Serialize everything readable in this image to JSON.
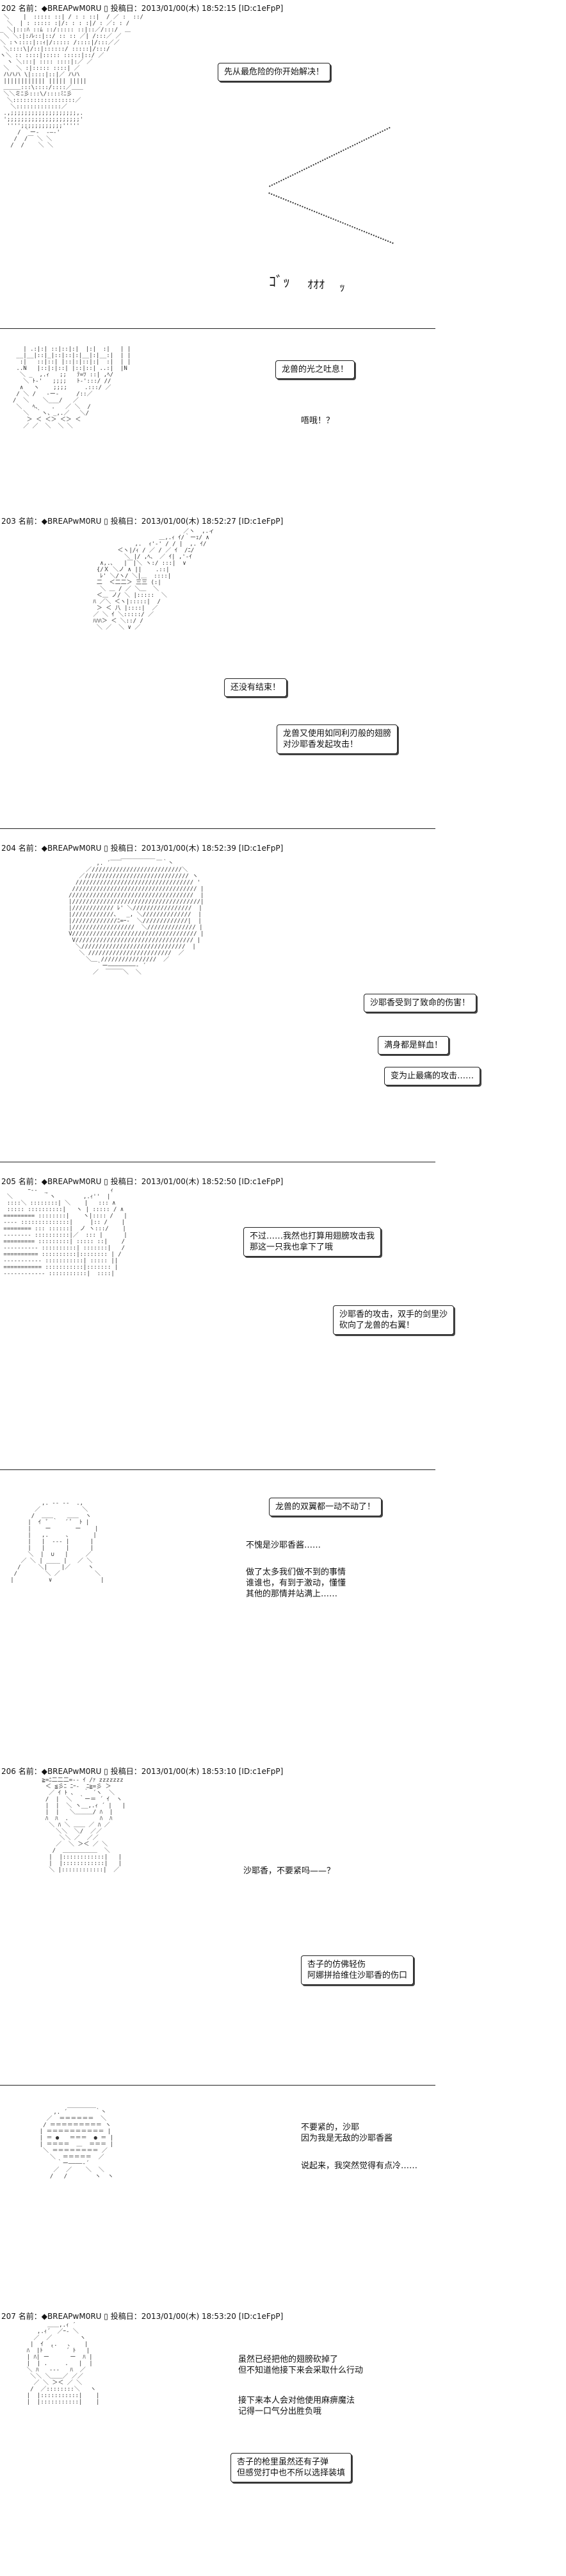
{
  "posts": [
    {
      "header": "202 名前：◆BREAPwM0RU ▯ 投稿日：2013/01/00(木) 18:52:15 [ID:c1eFpP]",
      "bubbles": [
        "先从最危险的你开始解决！"
      ],
      "sfx": [
        "ｺﾞｯ",
        "ｵｵｵ",
        "ｯ"
      ]
    },
    {
      "header": "",
      "bubbles": [
        "龙兽的光之吐息！",
        "唔哦！？"
      ]
    },
    {
      "header": "203 名前：◆BREAPwM0RU ▯ 投稿日：2013/01/00(木) 18:52:27 [ID:c1eFpP]",
      "bubbles": [
        "还没有结束！",
        "龙兽又使用如同利刃般的翅膀\n对沙耶香发起攻击！"
      ]
    },
    {
      "header": "204 名前：◆BREAPwM0RU ▯ 投稿日：2013/01/00(木) 18:52:39 [ID:c1eFpP]",
      "bubbles": [
        "沙耶香受到了致命的伤害！",
        "满身都是鲜血！",
        "变为止最痛的攻击……"
      ]
    },
    {
      "header": "205 名前：◆BREAPwM0RU ▯ 投稿日：2013/01/00(木) 18:52:50 [ID:c1eFpP]",
      "bubbles": [
        "不过……我然也打算用翅膀攻击我\n那这一只我也拿下了哦",
        "沙耶香的攻击，双手的剑里沙\n砍向了龙兽的右翼！"
      ]
    },
    {
      "header": "",
      "bubbles": [
        "龙兽的双翼都一动不动了！",
        "不愧是沙耶香酱……",
        "做了太多我们做不到的事情\n谁谁也，有到于激动，懂懂\n其他的那情并站满上……"
      ]
    },
    {
      "header": "206 名前：◆BREAPwM0RU ▯ 投稿日：2013/01/00(木) 18:53:10 [ID:c1eFpP]",
      "bubbles": [
        "沙耶香，不要紧吗——？",
        "杏子的仿佛轻伤\n阿娜拼拾维住沙耶香的伤口"
      ]
    },
    {
      "header": "",
      "bubbles": [
        "不要紧的，沙耶\n因为我是无敌的沙耶香酱",
        "说起来，我突然觉得有点冷……"
      ]
    },
    {
      "header": "207 名前：◆BREAPwM0RU ▯ 投稿日：2013/01/00(木) 18:53:20 [ID:c1eFpP]",
      "bubbles": [
        "虽然已经把他的翅膀砍掉了\n但不知道他接下来会采取什么行动",
        "接下来本人会对他使用麻痹魔法\n记得一口气分出胜负哦",
        "杏子的枪里虽然还有子弹\n但感觉打中也不所以选择装填"
      ]
    }
  ]
}
